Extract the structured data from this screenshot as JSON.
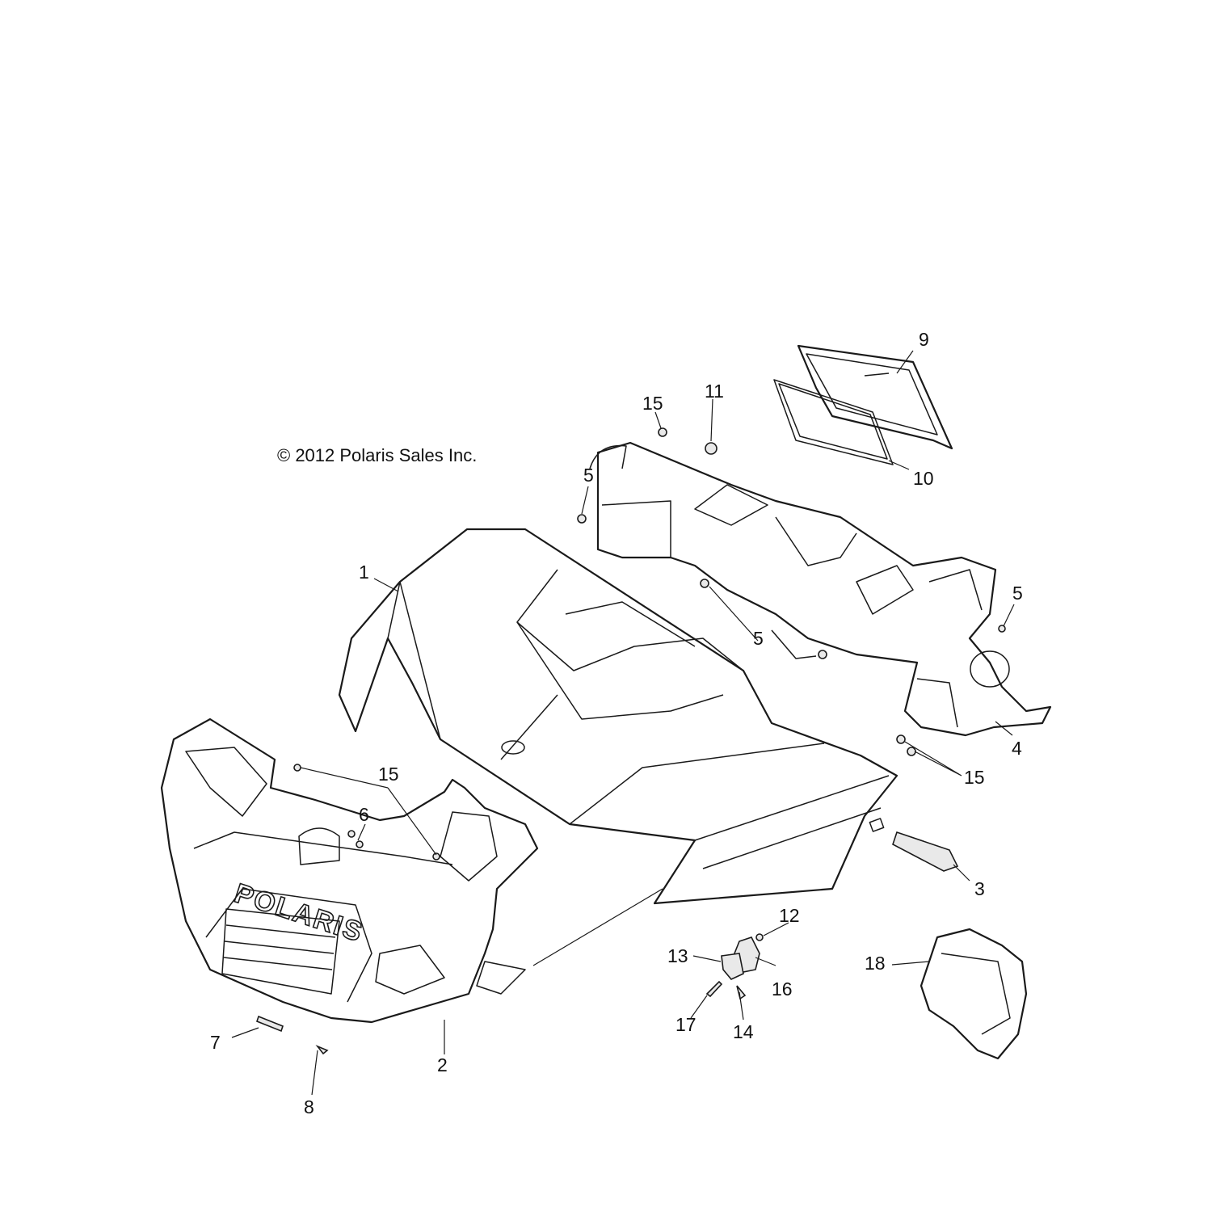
{
  "copyright": "© 2012 Polaris Sales Inc.",
  "brand_mark": "POLARIS",
  "callouts": [
    {
      "id": "c1",
      "label": "1"
    },
    {
      "id": "c2",
      "label": "2"
    },
    {
      "id": "c3",
      "label": "3"
    },
    {
      "id": "c4",
      "label": "4"
    },
    {
      "id": "c5a",
      "label": "5"
    },
    {
      "id": "c5b",
      "label": "5"
    },
    {
      "id": "c5c",
      "label": "5"
    },
    {
      "id": "c6",
      "label": "6"
    },
    {
      "id": "c7",
      "label": "7"
    },
    {
      "id": "c8",
      "label": "8"
    },
    {
      "id": "c9",
      "label": "9"
    },
    {
      "id": "c10",
      "label": "10"
    },
    {
      "id": "c11",
      "label": "11"
    },
    {
      "id": "c12",
      "label": "12"
    },
    {
      "id": "c13",
      "label": "13"
    },
    {
      "id": "c14",
      "label": "14"
    },
    {
      "id": "c15a",
      "label": "15"
    },
    {
      "id": "c15b",
      "label": "15"
    },
    {
      "id": "c15c",
      "label": "15"
    },
    {
      "id": "c16",
      "label": "16"
    },
    {
      "id": "c17",
      "label": "17"
    },
    {
      "id": "c18",
      "label": "18"
    }
  ]
}
